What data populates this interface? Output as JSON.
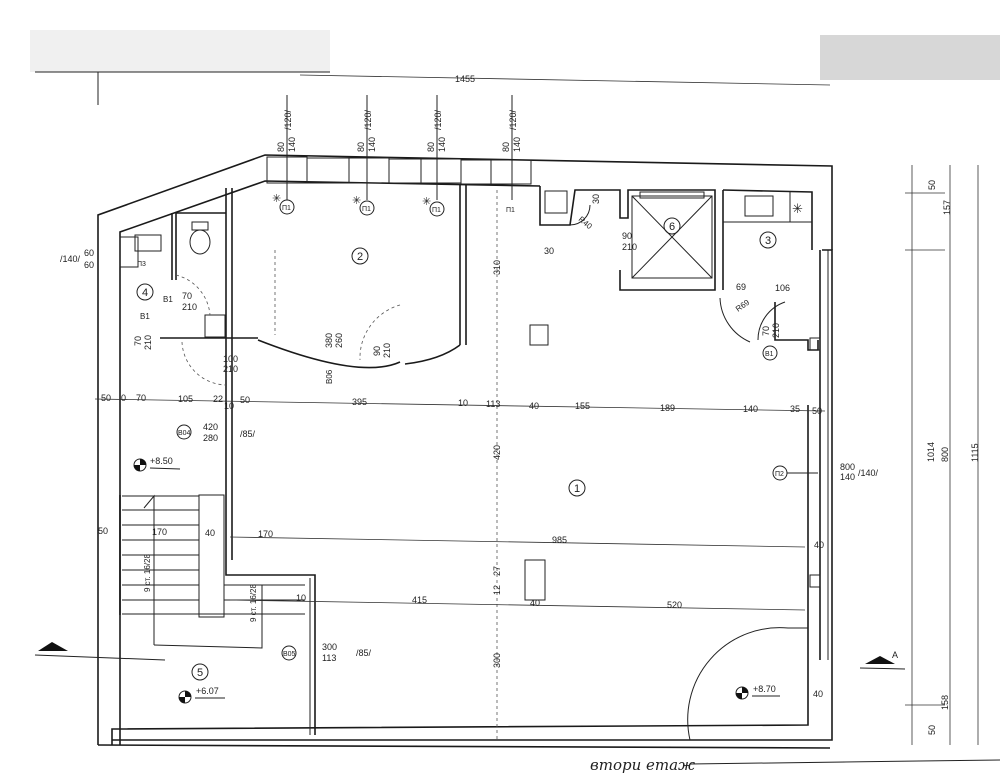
{
  "title_handwritten": "втори етаж",
  "overall_width": "1455",
  "windows": [
    {
      "tag": "П1",
      "sill": "/120/",
      "w": "80",
      "h": "140"
    },
    {
      "tag": "П1",
      "sill": "/120/",
      "w": "80",
      "h": "140"
    },
    {
      "tag": "П1",
      "sill": "/120/",
      "w": "80",
      "h": "140"
    },
    {
      "tag": "П1",
      "sill": "/120/",
      "w": "80",
      "h": "140"
    }
  ],
  "window_left": {
    "tag": "П3",
    "sill": "/140/",
    "w": "60",
    "h": "60"
  },
  "window_right": {
    "tag": "П2",
    "w": "800",
    "h": "140",
    "sill": "/140/"
  },
  "rooms": [
    "1",
    "2",
    "3",
    "4",
    "5",
    "6"
  ],
  "doors": {
    "wc": {
      "tag": "В1",
      "w": "70",
      "h": "210"
    },
    "wc2": {
      "tag": "В1",
      "w": "70",
      "h": "210"
    },
    "hall": {
      "w": "100",
      "h": "210"
    },
    "room2_glass": {
      "tag": "В06",
      "w": "380",
      "h": "260"
    },
    "room2_door": {
      "w": "90",
      "h": "210"
    },
    "lift": {
      "w": "90",
      "h": "210"
    },
    "room3": {
      "tag": "В1",
      "w": "70",
      "h": "210"
    },
    "stair_opening": {
      "tag": "В04",
      "w": "420",
      "h": "280",
      "sill": "/85/"
    },
    "landing": {
      "tag": "В05",
      "w": "300",
      "h": "113",
      "sill": "/85/"
    }
  },
  "dims_small": {
    "d30a": "30",
    "d30b": "30",
    "r40": "R40",
    "r69": "R69",
    "d69": "69",
    "d106": "106",
    "d310": "310"
  },
  "dim_row": [
    "50",
    "0",
    "70",
    "105",
    "22",
    "10",
    "50",
    "395",
    "10",
    "113",
    "40",
    "155",
    "189",
    "140",
    "35",
    "50"
  ],
  "dims_mid": {
    "d420": "420",
    "d50": "50",
    "d170a": "170",
    "d40a": "40",
    "d170b": "170",
    "d985": "985",
    "d40r": "40",
    "d27": "27",
    "d12": "12",
    "d10": "10",
    "d415": "415",
    "d40b": "40",
    "d520": "520",
    "d300": "300",
    "d40r2": "40"
  },
  "stairs": {
    "flight1": "9 ст. 16/28",
    "flight2": "9 ст. 16/28"
  },
  "levels": [
    "+8.50",
    "+6.07",
    "+8.70"
  ],
  "section_mark": "A",
  "right_dims": {
    "d50t": "50",
    "d157": "157",
    "d1014": "1014",
    "d800": "800",
    "d1115": "1115",
    "d158": "158",
    "d50b": "50"
  }
}
